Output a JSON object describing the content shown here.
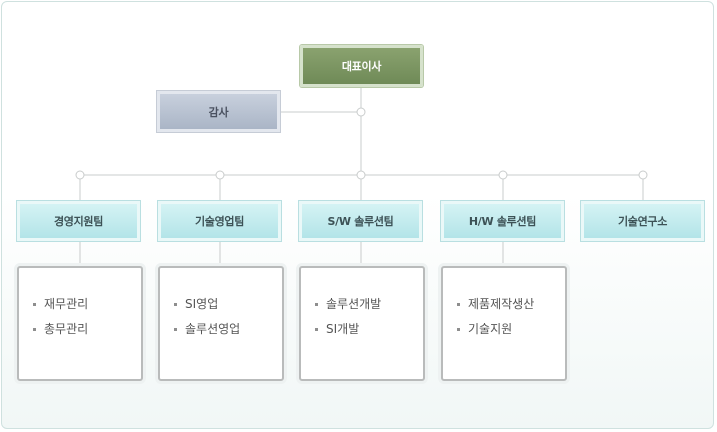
{
  "ceo": {
    "label": "대표이사"
  },
  "audit": {
    "label": "감사"
  },
  "teams": [
    {
      "label": "경영지원팀",
      "items": [
        "재무관리",
        "총무관리"
      ]
    },
    {
      "label": "기술영업팀",
      "items": [
        "SI영업",
        "솔루션영업"
      ]
    },
    {
      "label": "S/W 솔루션팀",
      "items": [
        "솔루션개발",
        "SI개발"
      ]
    },
    {
      "label": "H/W 솔루션팀",
      "items": [
        "제품제작생산",
        "기술지원"
      ]
    },
    {
      "label": "기술연구소",
      "items": []
    }
  ],
  "colors": {
    "ceo": "#7a9560",
    "audit": "#b6c0cf",
    "team": "#c3ebee",
    "connector": "#c9cccc"
  }
}
